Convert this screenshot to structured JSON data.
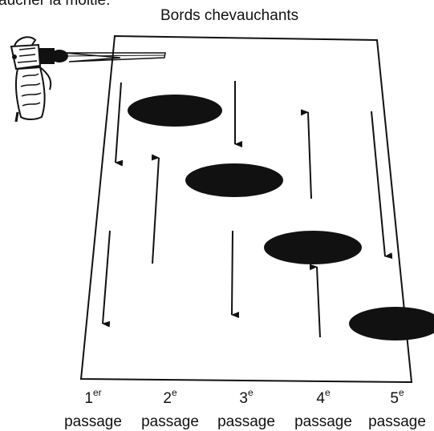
{
  "header": {
    "partial_text": "aucher la moitié.",
    "title": "Bords chevauchants"
  },
  "passes": [
    {
      "number": "1",
      "suffix": "er",
      "label": "passage"
    },
    {
      "number": "2",
      "suffix": "e",
      "label": "passage"
    },
    {
      "number": "3",
      "suffix": "e",
      "label": "passage"
    },
    {
      "number": "4",
      "suffix": "e",
      "label": "passage"
    },
    {
      "number": "5",
      "suffix": "e",
      "label": "passage"
    }
  ],
  "colors": {
    "ink": "#111111",
    "background": "#ffffff"
  },
  "icons": {
    "spray_gun": "spray-gun-icon"
  }
}
